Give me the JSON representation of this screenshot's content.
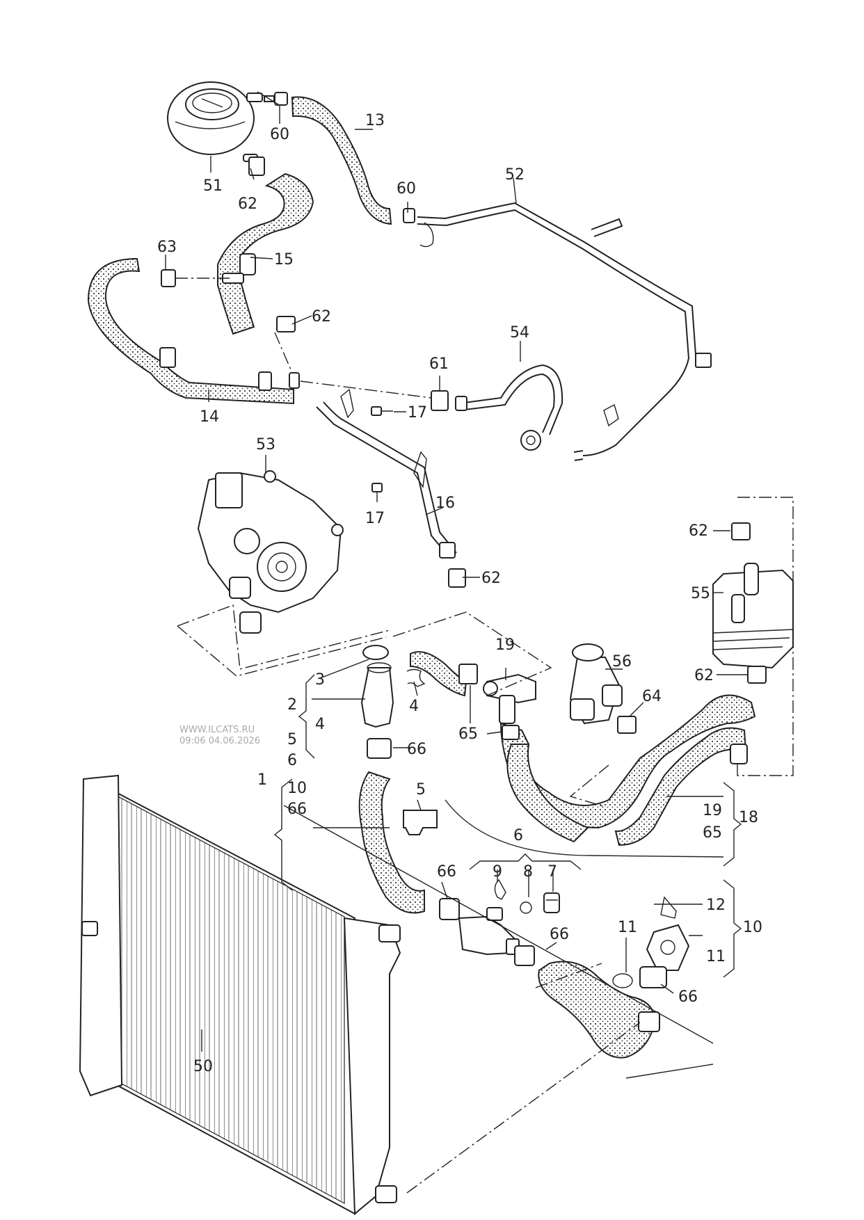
{
  "watermark": {
    "line1": "WWW.ILCATS.RU",
    "line2": "09:06 04.06.2026"
  },
  "callouts": {
    "c1": "1",
    "c2": "2",
    "c3": "3",
    "c4a": "4",
    "c4b": "4",
    "c5a": "5",
    "c5b": "5",
    "c6a": "6",
    "c6b": "6",
    "c7": "7",
    "c8": "8",
    "c9": "9",
    "c10a": "10",
    "c10b": "10",
    "c11a": "11",
    "c11b": "11",
    "c12": "12",
    "c13": "13",
    "c14": "14",
    "c15": "15",
    "c16": "16",
    "c17a": "17",
    "c17b": "17",
    "c18": "18",
    "c19a": "19",
    "c19b": "19",
    "c50": "50",
    "c51": "51",
    "c52": "52",
    "c53": "53",
    "c54": "54",
    "c55": "55",
    "c56": "56",
    "c60a": "60",
    "c60b": "60",
    "c61": "61",
    "c62a": "62",
    "c62b": "62",
    "c62c": "62",
    "c62d": "62",
    "c62e": "62",
    "c63": "63",
    "c64": "64",
    "c65a": "65",
    "c65b": "65",
    "c66a": "66",
    "c66b": "66",
    "c66c": "66",
    "c66d": "66",
    "c66e": "66"
  }
}
